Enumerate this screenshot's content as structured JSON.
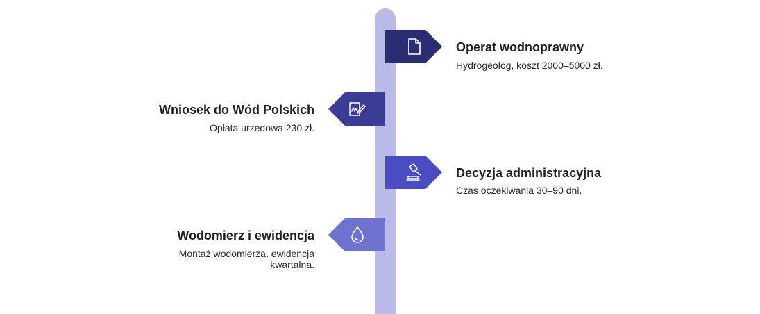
{
  "colors": {
    "pole": "#b9bbe6",
    "step1": "#2b2d72",
    "step2": "#3a3c96",
    "step3": "#4a4cc0",
    "step4": "#6f72cf"
  },
  "steps": [
    {
      "title": "Operat wodnoprawny",
      "desc": "Hydrogeolog, koszt 2000–5000 zł.",
      "icon": "document-icon"
    },
    {
      "title": "Wniosek do Wód Polskich",
      "desc": "Opłata urzędowa 230 zł.",
      "icon": "signed-form-icon"
    },
    {
      "title": "Decyzja administracyjna",
      "desc": "Czas oczekiwania 30–90 dni.",
      "icon": "gavel-icon"
    },
    {
      "title": "Wodomierz i ewidencja",
      "desc": "Montaż wodomierza, ewidencja kwartalna.",
      "icon": "water-drop-icon"
    }
  ]
}
